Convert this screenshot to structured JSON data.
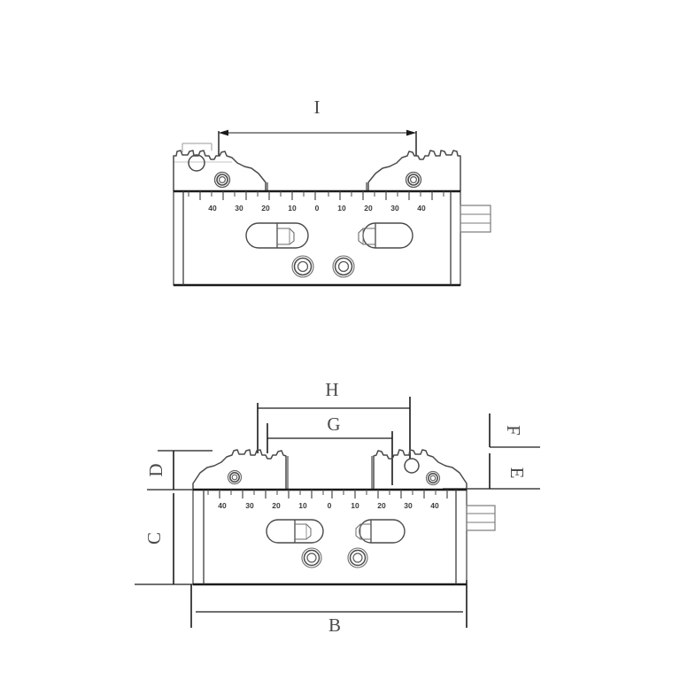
{
  "drawing": {
    "type": "engineering-drawing",
    "title": "Machine vise dimensional drawing",
    "background_color": "#ffffff",
    "line_color": "#3c3c3c",
    "dim_line_color": "#1a1a1a",
    "thin_line_color": "#8a8a8a"
  },
  "views": {
    "top": {
      "name": "front-elevation-view",
      "dimension_labels": [
        {
          "id": "I",
          "label": "I",
          "orientation": "horizontal",
          "position": "above"
        }
      ],
      "scale": {
        "name": "measuring-scale",
        "ticks": [
          "40",
          "30",
          "20",
          "10",
          "0",
          "10",
          "20",
          "30",
          "40"
        ],
        "unit": "mm"
      }
    },
    "bottom": {
      "name": "front-elevation-view-dimensioned",
      "dimension_labels": [
        {
          "id": "H",
          "label": "H",
          "orientation": "horizontal",
          "position": "above"
        },
        {
          "id": "G",
          "label": "G",
          "orientation": "horizontal",
          "position": "above"
        },
        {
          "id": "B",
          "label": "B",
          "orientation": "horizontal",
          "position": "below"
        },
        {
          "id": "C",
          "label": "C",
          "orientation": "vertical",
          "position": "left"
        },
        {
          "id": "D",
          "label": "D",
          "orientation": "vertical",
          "position": "left"
        },
        {
          "id": "E",
          "label": "E",
          "orientation": "vertical",
          "position": "right"
        },
        {
          "id": "F",
          "label": "F",
          "orientation": "vertical",
          "position": "right"
        }
      ],
      "scale": {
        "name": "measuring-scale",
        "ticks": [
          "40",
          "30",
          "20",
          "10",
          "0",
          "10",
          "20",
          "30",
          "40"
        ],
        "unit": "mm"
      }
    }
  },
  "scale_ticks": [
    "40",
    "30",
    "20",
    "10",
    "0",
    "10",
    "20",
    "30",
    "40"
  ],
  "labels": {
    "I": "I",
    "H": "H",
    "G": "G",
    "B": "B",
    "C": "C",
    "D": "D",
    "E": "E",
    "F": "F"
  }
}
